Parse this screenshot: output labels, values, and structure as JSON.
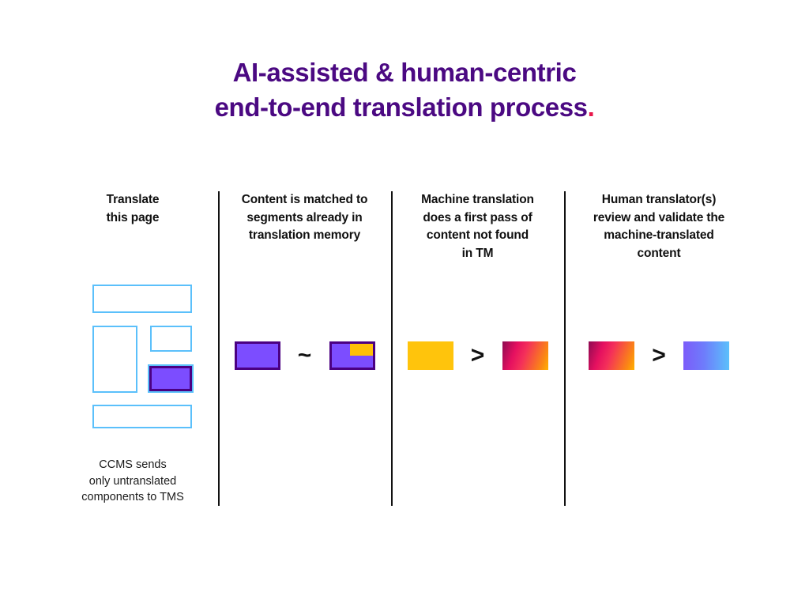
{
  "title": {
    "line1": "AI-assisted & human-centric",
    "line2": "end-to-end translation process",
    "period": ".",
    "color": "#4B0982",
    "period_color": "#E8174A"
  },
  "columns": [
    {
      "id": "translate-this-page",
      "heading": "Translate\nthis page",
      "heading_line1": "Translate",
      "heading_line2": "this page",
      "caption_line1": "CCMS sends",
      "caption_line2": "only untranslated",
      "caption_line3": "components to TMS"
    },
    {
      "id": "translation-memory-match",
      "heading_line1": "Content is matched to",
      "heading_line2": "segments already in",
      "heading_line3": "translation memory",
      "operator": "~"
    },
    {
      "id": "machine-translation-first-pass",
      "heading_line1": "Machine translation",
      "heading_line2": "does a first pass of",
      "heading_line3": "content not found",
      "heading_line4": "in TM",
      "operator": ">"
    },
    {
      "id": "human-review-validate",
      "heading_line1": "Human translator(s)",
      "heading_line2": "review and validate the",
      "heading_line3": "machine-translated",
      "heading_line4": "content",
      "operator": ">"
    }
  ],
  "swatches": {
    "wireframe_outline": "#5BC0FB",
    "purple_fill": "#7C4DFF",
    "purple_border": "#4B0082",
    "gold": "#FFC40C",
    "gold_partial": "#FFC107",
    "warm_gradient_start": "#8E0B52",
    "warm_gradient_end": "#FFB300",
    "cool_gradient_start": "#7C5CFA",
    "cool_gradient_end": "#5BC0FB"
  }
}
